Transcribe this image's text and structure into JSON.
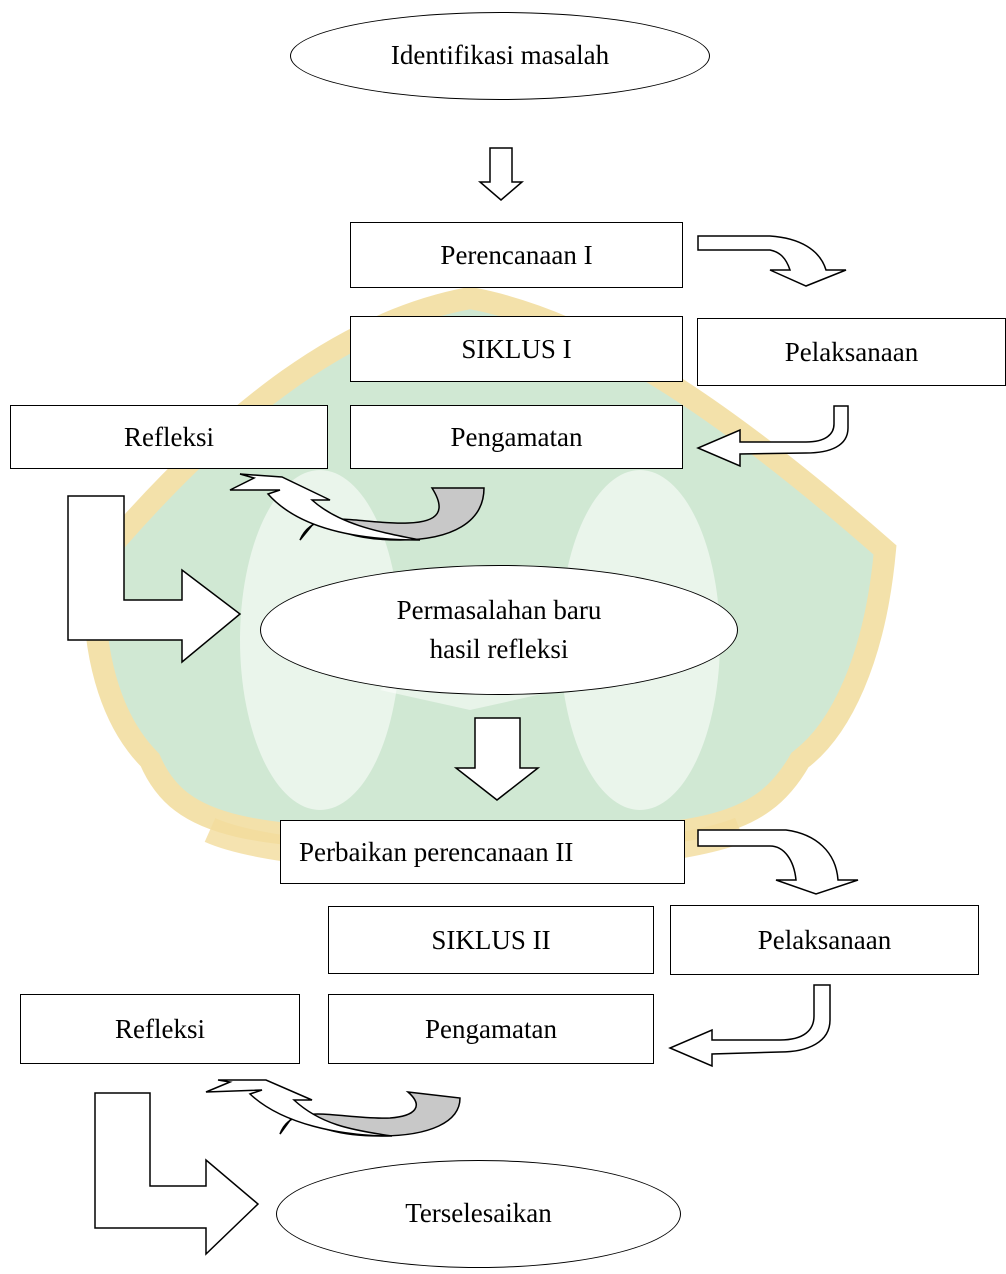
{
  "nodes": {
    "identifikasi": "Identifikasi masalah",
    "perencanaan_1": "Perencanaan I",
    "siklus_1": "SIKLUS I",
    "pelaksanaan_1": "Pelaksanaan",
    "refleksi_1": "Refleksi",
    "pengamatan_1": "Pengamatan",
    "permasalahan_line1": "Permasalahan baru",
    "permasalahan_line2": "hasil refleksi",
    "perbaikan_2": "Perbaikan perencanaan II",
    "siklus_2": "SIKLUS II",
    "pelaksanaan_2": "Pelaksanaan",
    "refleksi_2": "Refleksi",
    "pengamatan_2": "Pengamatan",
    "terselesaikan": "Terselesaikan"
  },
  "colors": {
    "watermark_green": "#c8e4cc",
    "watermark_gold": "#f2dc9c",
    "arrow_fill_gray": "#c8c8c8",
    "stroke": "#000000"
  }
}
